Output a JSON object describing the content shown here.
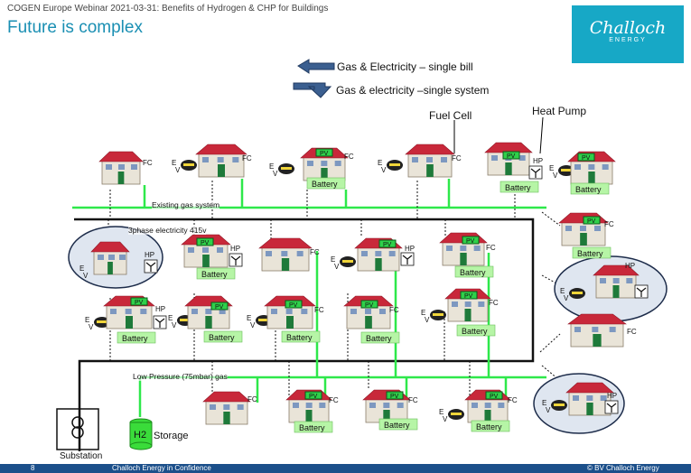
{
  "header": {
    "subtitle": "COGEN Europe Webinar 2021-03-31: Benefits of Hydrogen & CHP for Buildings",
    "title": "Future is complex"
  },
  "logo": {
    "name": "Challoch",
    "sub": "ENERGY"
  },
  "legend": {
    "bill": "Gas & Electricity – single bill",
    "system": "Gas & electricity –single system"
  },
  "labels": {
    "fuel_cell": "Fuel Cell",
    "heat_pump": "Heat Pump",
    "gas_system": "Existing gas system",
    "electricity": "3phase electricity 415v",
    "low_pressure": "Low Pressure (75mbar) gas",
    "substation": "Substation",
    "h2": "H2",
    "storage": "Storage"
  },
  "marks": {
    "fc": "FC",
    "hp": "HP",
    "pv": "PV",
    "battery": "Battery",
    "e": "E",
    "v": "V"
  },
  "footer": {
    "page": "8",
    "tagline": "Challoch Energy in Confidence",
    "copyright": "© BV Challoch Energy"
  },
  "colors": {
    "accent": "#1a8fb3",
    "gas_line": "#2ee84a",
    "house_roof": "#c8283a",
    "battery": "#b6f5a6",
    "footer": "#1b4f8a"
  }
}
